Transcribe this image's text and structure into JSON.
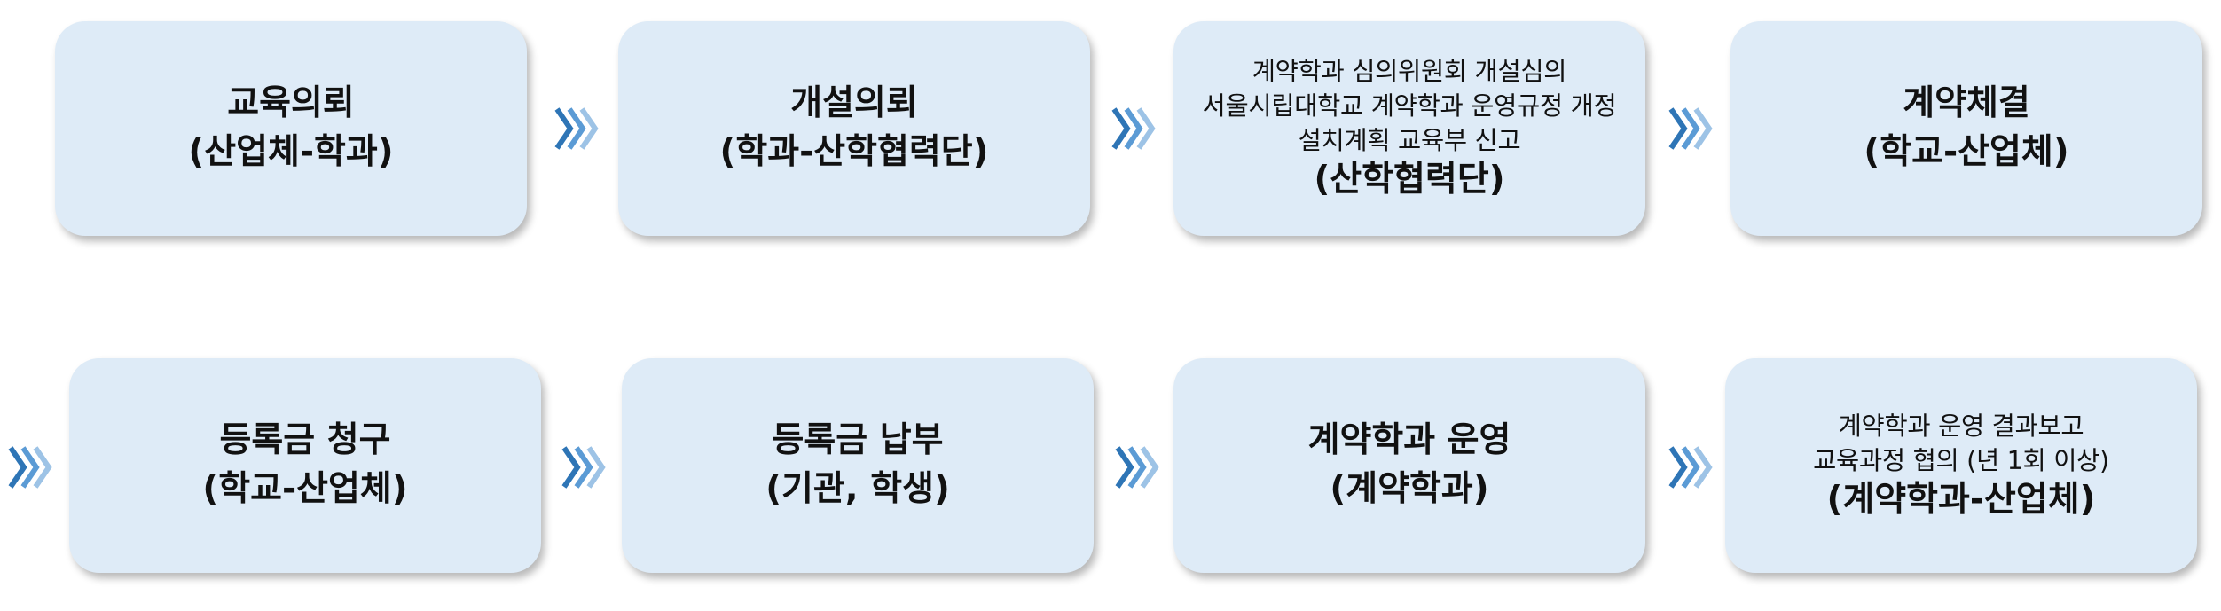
{
  "row1": {
    "steps": [
      {
        "title": "교육의뢰",
        "party": "(산업체-학과)"
      },
      {
        "title": "개설의뢰",
        "party": "(학과-산학협력단)"
      },
      {
        "detail": "계약학과 심의위원회 개설심의\n서울시립대학교 계약학과 운영규정 개정\n설치계획 교육부 신고",
        "party": "(산학협력단)"
      },
      {
        "title": "계약체결",
        "party": "(학교-산업체)"
      }
    ]
  },
  "row2": {
    "steps": [
      {
        "title": "등록금 청구",
        "party": "(학교-산업체)"
      },
      {
        "title": "등록금 납부",
        "party": "(기관, 학생)"
      },
      {
        "title": "계약학과 운영",
        "party": "(계약학과)"
      },
      {
        "detail": "계약학과 운영 결과보고\n교육과정 협의 (년 1회 이상)",
        "party": "(계약학과-산업체)"
      }
    ]
  },
  "arrow_icon": "triple-chevron-right-icon",
  "colors": {
    "box_fill": "#deebf7",
    "text": "#111111",
    "arrow_light": "#9dc3e6",
    "arrow_mid": "#5b9bd5",
    "arrow_dark": "#2e75b6"
  }
}
